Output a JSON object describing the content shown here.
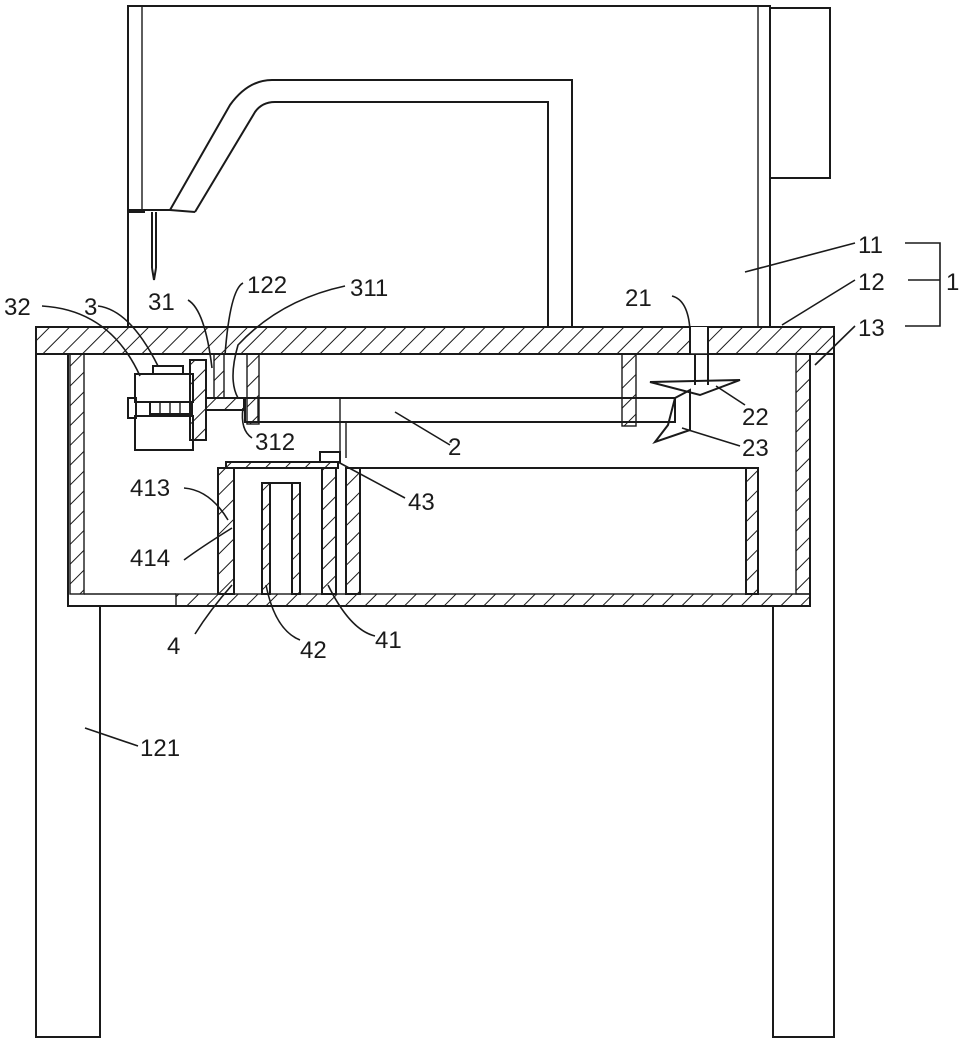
{
  "diagram": {
    "labels": {
      "l11": "11",
      "l12": "12",
      "l1": "1",
      "l13": "13",
      "l21": "21",
      "l22": "22",
      "l23": "23",
      "l2": "2",
      "l122": "122",
      "l311": "311",
      "l312": "312",
      "l31": "31",
      "l3": "3",
      "l32": "32",
      "l43": "43",
      "l413": "413",
      "l414": "414",
      "l4": "4",
      "l42": "42",
      "l41": "41",
      "l121": "121"
    }
  }
}
